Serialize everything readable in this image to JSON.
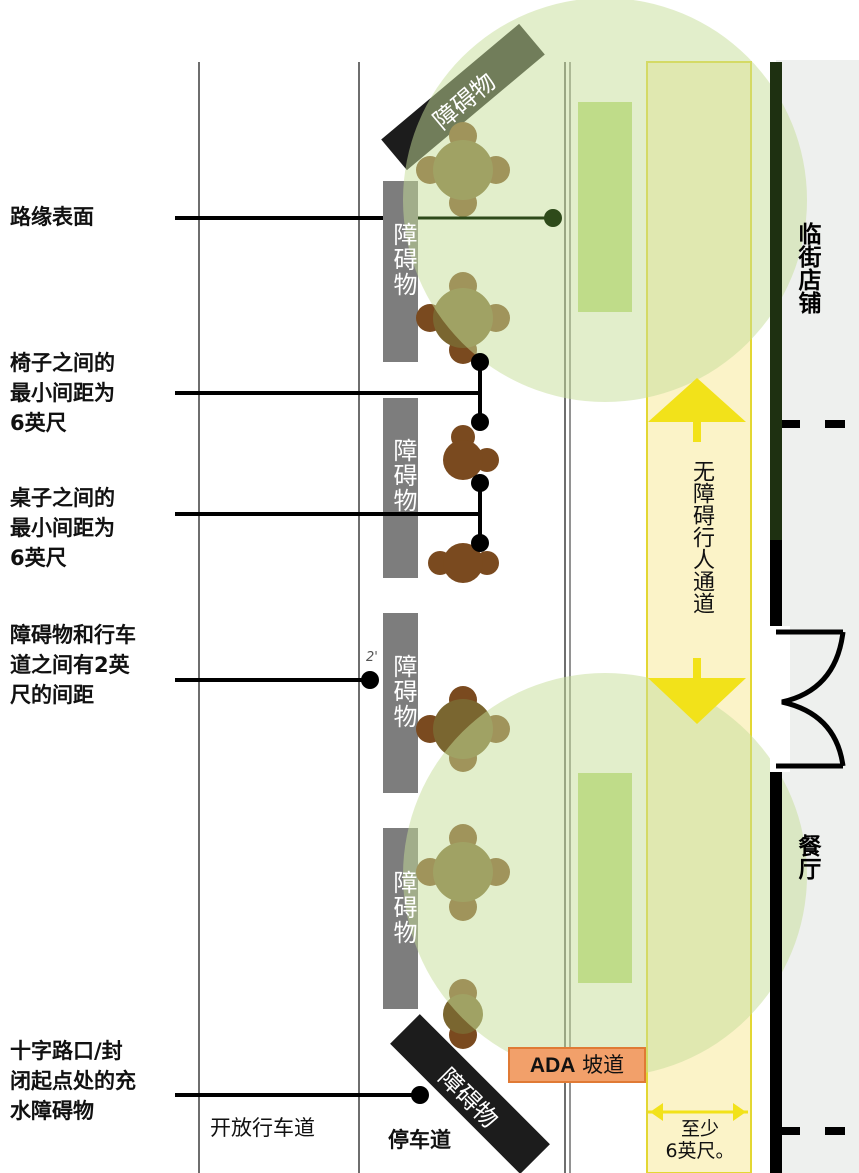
{
  "callouts": {
    "curb_surface": "路缘表面",
    "chair_spacing": [
      "椅子之间的",
      "最小间距为",
      "6英尺"
    ],
    "table_spacing": [
      "桌子之间的",
      "最小间距为",
      "6英尺"
    ],
    "obstacle_gap": [
      "障碍物和行车",
      "道之间有2英",
      "尺的间距"
    ],
    "intersection": [
      "十字路口/封",
      "闭起点处的充",
      "水障碍物"
    ]
  },
  "lanes": {
    "open_lane": "开放行车道",
    "parking_lane": "停车道"
  },
  "obstacle_label": "障碍物",
  "gap_marker": "2'",
  "ada_ramp": {
    "prefix": "ADA",
    "suffix": "坡道"
  },
  "pedestrian_path": "无障碍行人通道",
  "min_width": [
    "至少",
    "6英尺。"
  ],
  "storefront": "临街店铺",
  "restaurant": "餐厅",
  "colors": {
    "zone_green": "#c5de98",
    "planter_green": "#b8db7a",
    "path_yellow": "#fbf3c8",
    "arrow_yellow": "#f2e21a",
    "table_brown": "#7a6630",
    "chair_brown": "#7a4a1f",
    "obstacle_gray": "#7d7d7d",
    "barricade_black": "#1c1c1c",
    "ada_orange": "#f2a06a"
  }
}
